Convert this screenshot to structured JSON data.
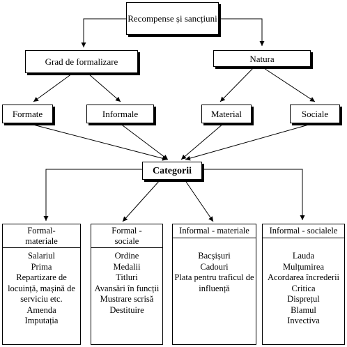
{
  "root": "Recompense și sancțiuni",
  "branches": {
    "left": "Grad de formalizare",
    "right": "Natura"
  },
  "leaves": {
    "formate": "Formate",
    "informale": "Informale",
    "material": "Material",
    "sociale": "Sociale"
  },
  "center": "Categorii",
  "categories": [
    {
      "title": "Formal-\nmateriale",
      "items": [
        "Salariul",
        "Prima",
        "Repartizare de locuință, mașină de serviciu etc.",
        "Amenda",
        "Imputația"
      ]
    },
    {
      "title": "Formal -\nsociale",
      "items": [
        "Ordine",
        "Medalii",
        "Titluri",
        "Avansări în funcții",
        "Mustrare scrisă",
        "Destituire"
      ]
    },
    {
      "title": "Informal - materiale",
      "items": [
        "Bacșișuri",
        "Cadouri",
        "Plata pentru traficul de influență"
      ]
    },
    {
      "title": "Informal - socialele",
      "items": [
        "Lauda",
        "Mulțumirea",
        "Acordarea încrederii",
        "Critica",
        "Disprețul",
        "Blamul",
        "Invectiva"
      ]
    }
  ]
}
